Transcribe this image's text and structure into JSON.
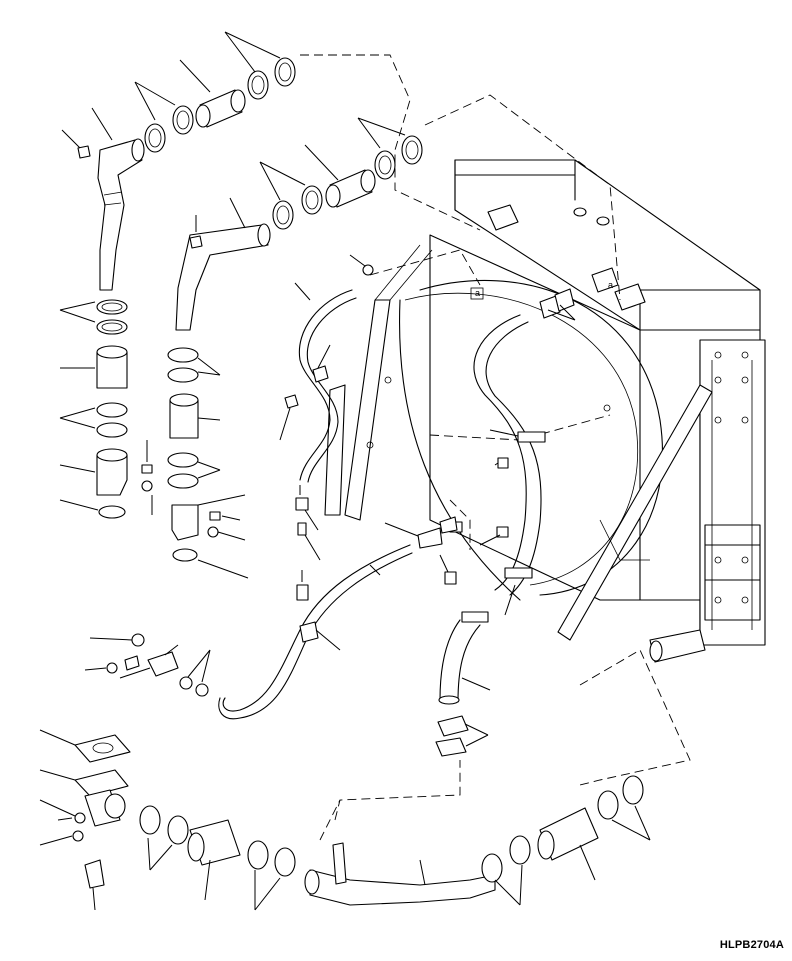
{
  "drawing": {
    "reference_code": "HLPB2704A",
    "callout_markers": [
      "a",
      "a"
    ]
  },
  "colors": {
    "ink": "#000000",
    "paper": "#ffffff"
  }
}
